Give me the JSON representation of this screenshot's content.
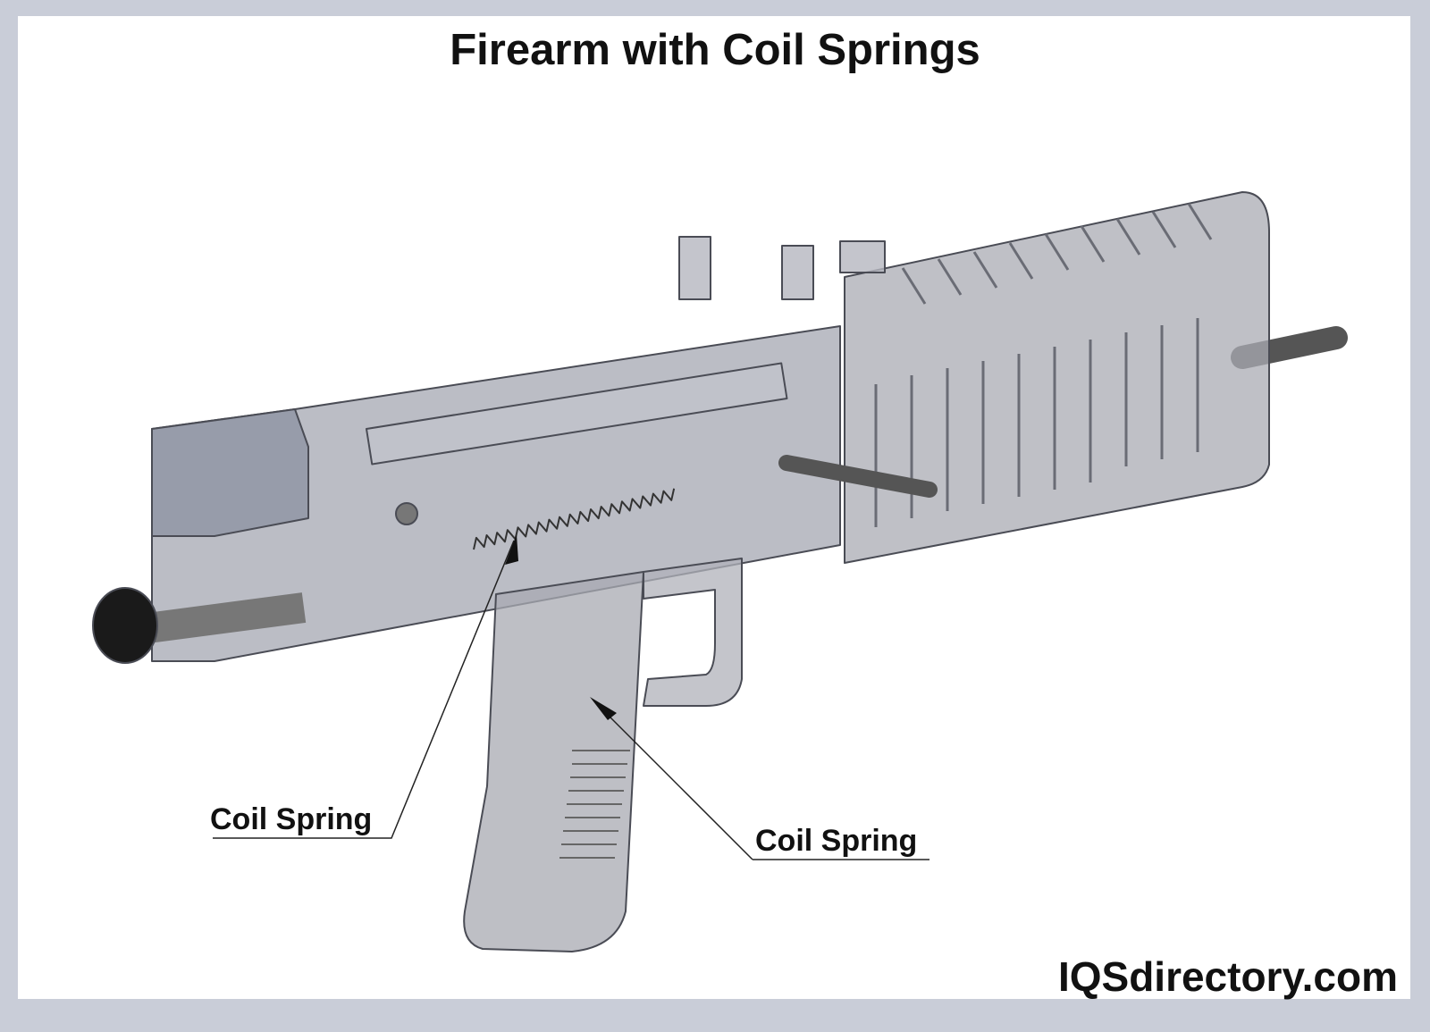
{
  "title": "Firearm with Coil Springs",
  "callouts": [
    {
      "label": "Coil Spring"
    },
    {
      "label": "Coil Spring"
    }
  ],
  "logo": "IQSdirectory.com",
  "colors": {
    "border": "#c9cdd8",
    "body": "#8e909a",
    "text": "#111111"
  }
}
